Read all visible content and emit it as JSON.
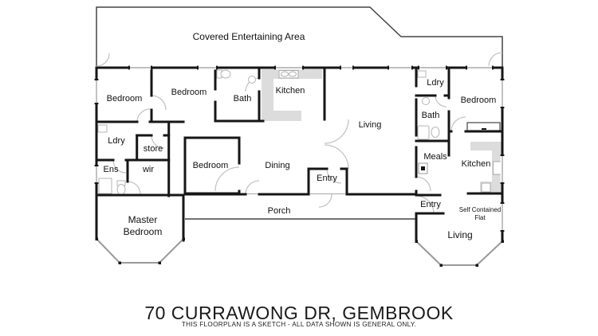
{
  "colors": {
    "wall": "#161616",
    "thin_line": "#444444",
    "window": "#999999",
    "door_arc": "#c4c4c4",
    "counter_gray": "#dcdcdc"
  },
  "labels": {
    "covered_area": "Covered Entertaining Area",
    "bedroom_left_1": "Bedroom",
    "bedroom_left_2": "Bedroom",
    "bath_left": "Bath",
    "kitchen_main": "Kitchen",
    "living_main": "Living",
    "ldry_left": "Ldry",
    "store": "store",
    "ens": "Ens",
    "wir": "wir",
    "bedroom_mid": "Bedroom",
    "dining": "Dining",
    "entry_main": "Entry",
    "porch": "Porch",
    "master_bedroom": "Master Bedroom",
    "ldry_right": "Ldry",
    "bedroom_right": "Bedroom",
    "bath_right": "Bath",
    "meals": "Meals",
    "kitchen_right": "Kitchen",
    "entry_right": "Entry",
    "self_contained_flat": "Self Contained Flat",
    "living_right": "Living"
  },
  "title": "70 CURRAWONG DR, GEMBROOK",
  "disclaimer": "THIS FLOORPLAN IS A SKETCH - ALL DATA SHOWN IS GENERAL ONLY."
}
